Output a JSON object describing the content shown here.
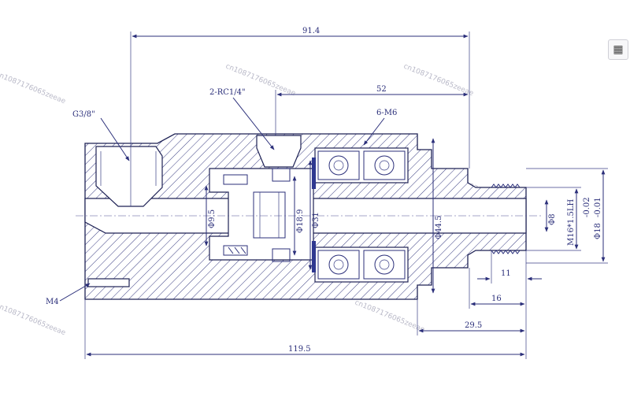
{
  "dimensions": {
    "overall_length_top": "91.4",
    "section_52": "52",
    "overall_length_bottom": "119.5",
    "dim_29_5": "29.5",
    "dim_16": "16",
    "dim_11": "11",
    "dia_44_5": "Φ44.5",
    "dia_31": "Φ31",
    "dia_18_9": "Φ18.9",
    "dia_9_5": "Φ9.5",
    "dia_8": "Φ8",
    "thread_m16": "M16*1.5LH",
    "dia_18": "Φ18",
    "tol_upper": "-0.02",
    "tol_lower": "-0.01"
  },
  "callouts": {
    "port_g38": "G3/8\"",
    "port_rc14": "2-RC1/4\"",
    "holes_m6": "6-M6",
    "hole_m4": "M4"
  },
  "watermarks": [
    "cn1087176065zeeae",
    "cn1087176065zeeae",
    "cn1087176065zeeae",
    "cn1087176065zeeae",
    "cn1087176065zeeae",
    "cn1087176065zeeae",
    "cn1087176065zeeae",
    "cn1087176065zeeae"
  ],
  "icons": {
    "scan": "image-scan-icon"
  }
}
